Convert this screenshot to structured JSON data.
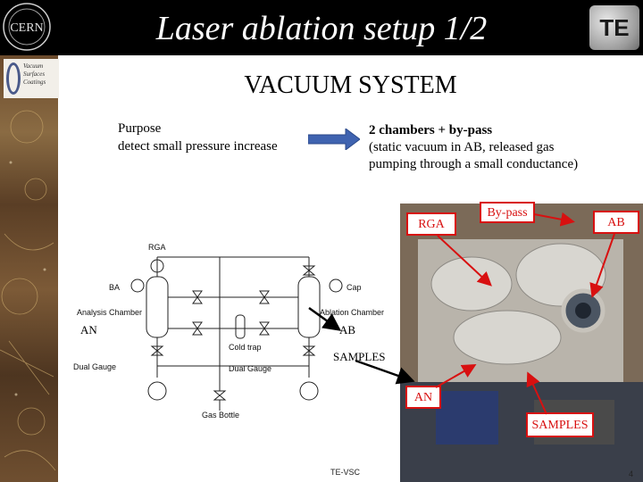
{
  "slide": {
    "title": "Laser ablation setup 1/2",
    "subtitle": "VACUUM SYSTEM",
    "footer": "TE-VSC",
    "page_number": "4"
  },
  "logos": {
    "left": "CERN",
    "right": "TE",
    "mini_lines": [
      "Vacuum",
      "Surfaces",
      "Coatings"
    ]
  },
  "purpose": {
    "heading": "Purpose",
    "text": "detect small pressure increase"
  },
  "chambers": {
    "heading": "2 chambers + by-pass",
    "line1": "(static vacuum in AB, released gas",
    "line2": "pumping through a small conductance)"
  },
  "schematic": {
    "labels": {
      "rga": "RGA",
      "ba": "BA",
      "cap": "Cap",
      "analysis": "Analysis Chamber",
      "ablation": "Ablation Chamber",
      "cold_trap": "Cold trap",
      "dual_gauge_left": "Dual Gauge",
      "dual_gauge_mid": "Dual Gauge",
      "gas_bottle": "Gas Bottle"
    }
  },
  "annotations": {
    "an_left": "AN",
    "ab_mid": "AB",
    "samples_mid": "SAMPLES",
    "rga_box": "RGA",
    "bypass_box": "By-pass",
    "ab_box": "AB",
    "an_box": "AN",
    "samples_box": "SAMPLES"
  },
  "colors": {
    "title_bg": "#000000",
    "accent_red": "#d81010",
    "arrow_blue": "#3f63b0"
  }
}
